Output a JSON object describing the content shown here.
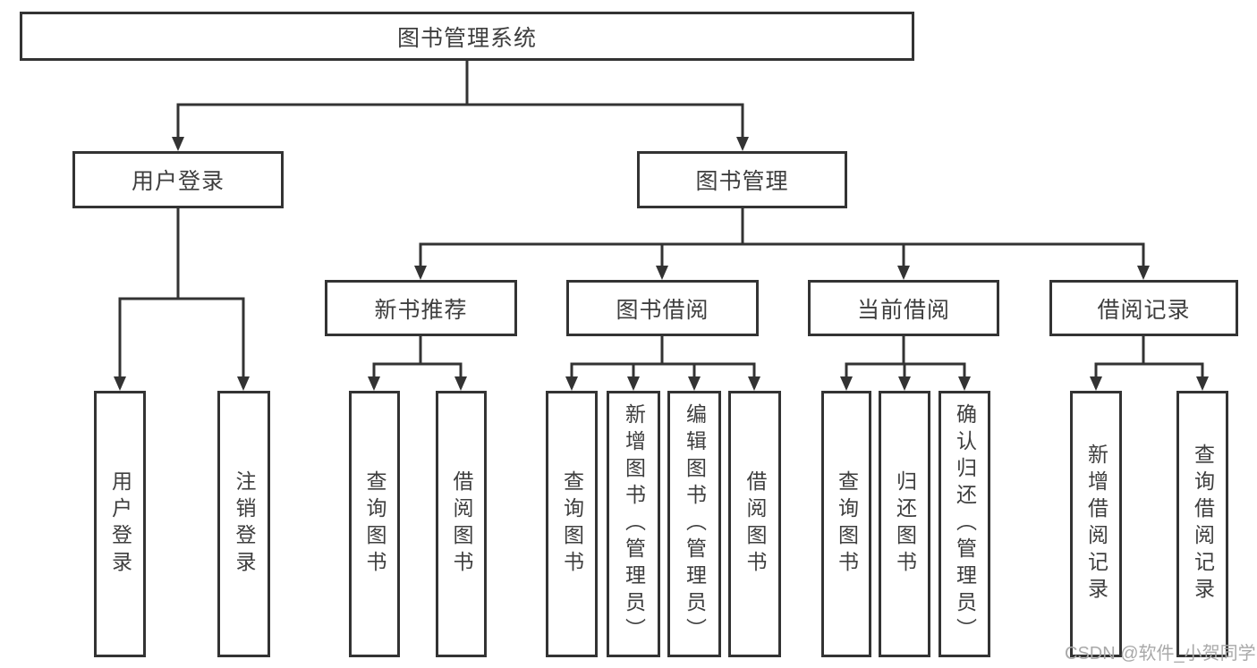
{
  "title": "图书管理系统",
  "colors": {
    "line": "#333333",
    "box_border": "#333333",
    "text": "#3e3e3e",
    "background": "#ffffff",
    "watermark": "#a9a9a9"
  },
  "tree": {
    "label": "图书管理系统",
    "children": [
      {
        "label": "用户登录",
        "children": [
          {
            "label": "用户登录"
          },
          {
            "label": "注销登录"
          }
        ]
      },
      {
        "label": "图书管理",
        "children": [
          {
            "label": "新书推荐",
            "children": [
              {
                "label": "查询图书"
              },
              {
                "label": "借阅图书"
              }
            ]
          },
          {
            "label": "图书借阅",
            "children": [
              {
                "label": "查询图书"
              },
              {
                "label": "新增图书（管理员）"
              },
              {
                "label": "编辑图书（管理员）"
              },
              {
                "label": "借阅图书"
              }
            ]
          },
          {
            "label": "当前借阅",
            "children": [
              {
                "label": "查询图书"
              },
              {
                "label": "归还图书"
              },
              {
                "label": "确认归还（管理员）"
              }
            ]
          },
          {
            "label": "借阅记录",
            "children": [
              {
                "label": "新增借阅记录"
              },
              {
                "label": "查询借阅记录"
              }
            ]
          }
        ]
      }
    ]
  },
  "watermark": {
    "text": "CSDN @软件_小贺同学"
  }
}
